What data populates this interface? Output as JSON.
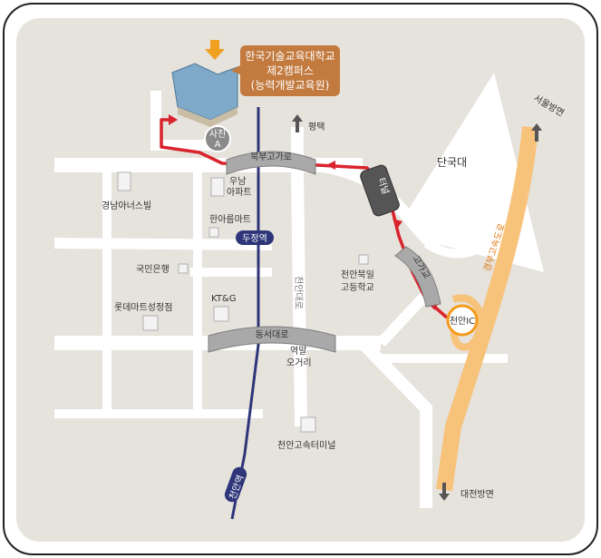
{
  "colors": {
    "map_bg": "#e6e2dc",
    "road": "#ffffff",
    "expressway": "#f7c27a",
    "route": "#d9232d",
    "subway": "#2e3579",
    "callout": "#c27a3f",
    "overpass": "#a9a9a9"
  },
  "destination": {
    "callout_lines": [
      "한국기술교육대학교",
      "제2캠퍼스",
      "(능력개발교육원)"
    ],
    "photo_marker_line1": "사진",
    "photo_marker_line2": "A"
  },
  "overpasses": {
    "bukbu": "북부고가로",
    "dongseo": "동서대로",
    "teol": "터널",
    "goga": "고가교"
  },
  "directions": {
    "pyeongtaek": "평택",
    "seoul": "서울방면",
    "daejeon": "대전방면"
  },
  "expressway": {
    "name": "경부고속도로",
    "ic": "천안IC"
  },
  "road_labels": {
    "cheonan_daero": "천안대로"
  },
  "stations": {
    "dujeong": "두정역",
    "cheonan": "천안역"
  },
  "landmarks": {
    "dankook": "단국대",
    "gyeongnam": "경남아너스빌",
    "wunam_1": "우남",
    "wunam_2": "아파트",
    "hanareum": "한아름마트",
    "kookmin": "국민은행",
    "lotte": "롯데마트성정점",
    "ktg": "KT&G",
    "bugil_1": "천안북일",
    "bugil_2": "고등학교",
    "yeokmal_1": "역말",
    "yeokmal_2": "오거리",
    "terminal": "천안고속터미널"
  }
}
